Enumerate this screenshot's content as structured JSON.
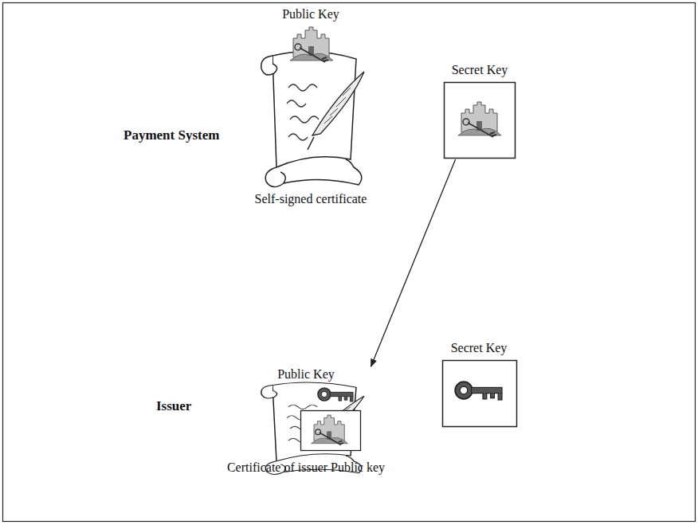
{
  "diagram": {
    "nodes": [
      {
        "text": [
          "Public Key",
          "Self-signed certificate"
        ]
      },
      {
        "text": [
          "Secret Key"
        ]
      },
      {
        "text": [
          "Public Key",
          "Certificate of issuer Public key"
        ]
      },
      {
        "text": [
          "Secret Key"
        ]
      }
    ],
    "edges": [
      {
        "from": 1,
        "to": 2,
        "arrow": "to"
      }
    ],
    "labels": [
      "Payment System",
      "Issuer"
    ]
  }
}
